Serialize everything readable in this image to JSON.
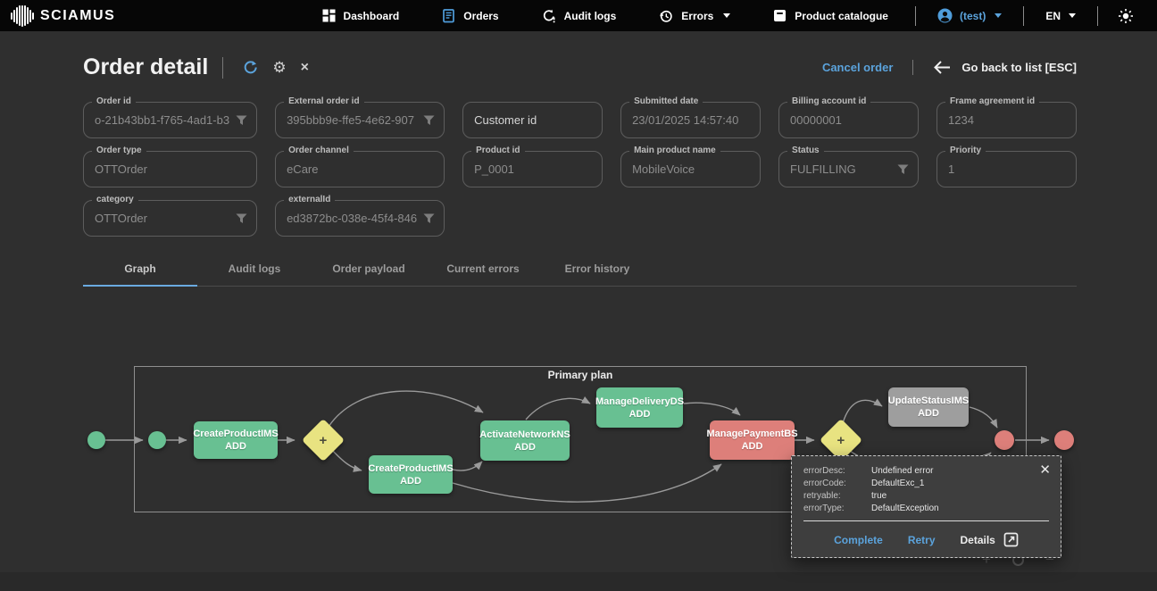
{
  "colors": {
    "accent": "#5ba3dc",
    "success": "#68c092",
    "error": "#dd7f7a",
    "pending": "#9e9e9e",
    "gateway": "#e8e381"
  },
  "brand": {
    "name": "SCIAMUS"
  },
  "nav": {
    "items": [
      {
        "label": "Dashboard"
      },
      {
        "label": "Orders"
      },
      {
        "label": "Audit logs"
      },
      {
        "label": "Errors"
      },
      {
        "label": "Product catalogue"
      }
    ],
    "user_label": "(test)",
    "language": "EN"
  },
  "header": {
    "title": "Order detail",
    "cancel_order_label": "Cancel order",
    "back_label": "Go back to list [ESC]"
  },
  "fields": [
    {
      "label": "Order id",
      "value": "o-21b43bb1-f765-4ad1-b3"
    },
    {
      "label": "External order id",
      "value": "395bbb9e-ffe5-4e62-907"
    },
    {
      "label": "Customer id",
      "value": ""
    },
    {
      "label": "Submitted date",
      "value": "23/01/2025 14:57:40"
    },
    {
      "label": "Billing account id",
      "value": "00000001"
    },
    {
      "label": "Frame agreement id",
      "value": "1234"
    },
    {
      "label": "Order type",
      "value": "OTTOrder"
    },
    {
      "label": "Order channel",
      "value": "eCare"
    },
    {
      "label": "Product id",
      "value": "P_0001"
    },
    {
      "label": "Main product name",
      "value": "MobileVoice"
    },
    {
      "label": "Status",
      "value": "FULFILLING"
    },
    {
      "label": "Priority",
      "value": "1"
    },
    {
      "label": "category",
      "value": "OTTOrder"
    },
    {
      "label": "externalId",
      "value": "ed3872bc-038e-45f4-846"
    }
  ],
  "tabs": [
    {
      "label": "Graph"
    },
    {
      "label": "Audit logs"
    },
    {
      "label": "Order payload"
    },
    {
      "label": "Current errors"
    },
    {
      "label": "Error history"
    }
  ],
  "graph": {
    "group_label": "Primary plan",
    "gateway_symbol": "+",
    "nodes": [
      {
        "title": "CreateProductIMS",
        "action": "ADD",
        "status": "success"
      },
      {
        "title": "CreateProductIMS",
        "action": "ADD",
        "status": "success"
      },
      {
        "title": "ActivateNetworkNS",
        "action": "ADD",
        "status": "success"
      },
      {
        "title": "ManageDeliveryDS",
        "action": "ADD",
        "status": "success"
      },
      {
        "title": "ManagePaymentBS",
        "action": "ADD",
        "status": "error"
      },
      {
        "title": "UpdateStatusIMS",
        "action": "ADD",
        "status": "pending"
      }
    ]
  },
  "error_popup": {
    "rows": [
      {
        "key": "errorDesc:",
        "value": "Undefined error"
      },
      {
        "key": "errorCode:",
        "value": "DefaultExc_1"
      },
      {
        "key": "retryable:",
        "value": "true"
      },
      {
        "key": "errorType:",
        "value": "DefaultException"
      }
    ],
    "actions": {
      "complete": "Complete",
      "retry": "Retry",
      "details": "Details"
    },
    "close": "✕"
  },
  "icons": {
    "gear": "⚙",
    "collapse": "×"
  },
  "zoom_controls": {
    "zoom_in": "+",
    "zoom_out": "−"
  }
}
